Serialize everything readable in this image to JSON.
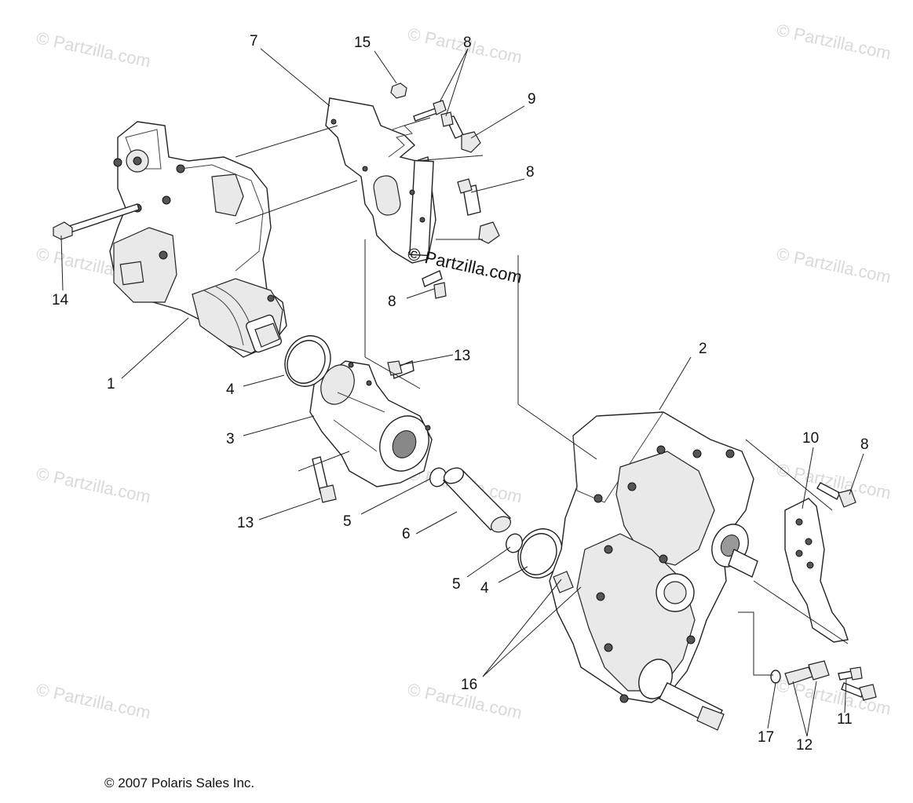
{
  "watermark": "© Partzilla.com",
  "center_watermark": "© Partzilla.com",
  "copyright": "© 2007 Polaris Sales Inc.",
  "callouts": {
    "c1": "1",
    "c2": "2",
    "c3": "3",
    "c4a": "4",
    "c4b": "4",
    "c5a": "5",
    "c5b": "5",
    "c6": "6",
    "c7": "7",
    "c8a": "8",
    "c8b": "8",
    "c8c": "8",
    "c8d": "8",
    "c9": "9",
    "c10": "10",
    "c11": "11",
    "c12": "12",
    "c13a": "13",
    "c13b": "13",
    "c14": "14",
    "c15": "15",
    "c16": "16",
    "c17": "17"
  }
}
